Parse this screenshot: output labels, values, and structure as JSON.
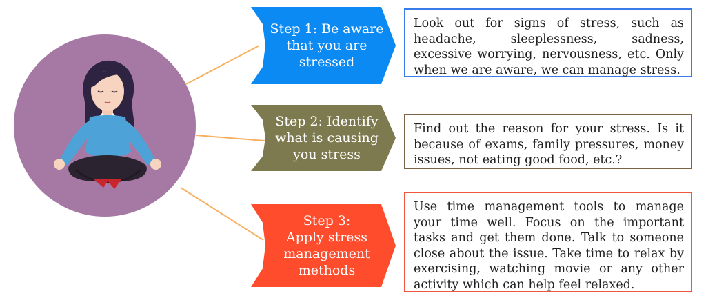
{
  "colors": {
    "circle": "#a679a5",
    "step1": "#0b8af4",
    "step2": "#7e7a4f",
    "step3": "#ff4c2d",
    "connector": "#f7b060",
    "box1_border": "#3a7de8",
    "box2_border": "#7c6444",
    "box3_border": "#f0553e"
  },
  "illustration": {
    "icon": "meditating-woman-icon"
  },
  "steps": [
    {
      "tag": [
        "Step 1: Be aware",
        "that you are",
        "stressed"
      ],
      "description": "Look out for signs of stress, such as headache, sleeplessness, sadness, excessive worrying, nervousness, etc. Only when we are aware, we can manage stress."
    },
    {
      "tag": [
        "Step 2: Identify",
        "what is causing",
        "you stress"
      ],
      "description": "Find out the reason for your stress. Is it because of exams, family pressures, money issues, not eating good food, etc.?"
    },
    {
      "tag": [
        "Step 3:",
        "Apply stress",
        "management",
        "methods"
      ],
      "description": "Use time management tools to manage your time well. Focus on the important tasks and get them done. Talk to someone close about the issue. Take time to relax by exercising, watching movie or any other activity which can help feel relaxed."
    }
  ]
}
